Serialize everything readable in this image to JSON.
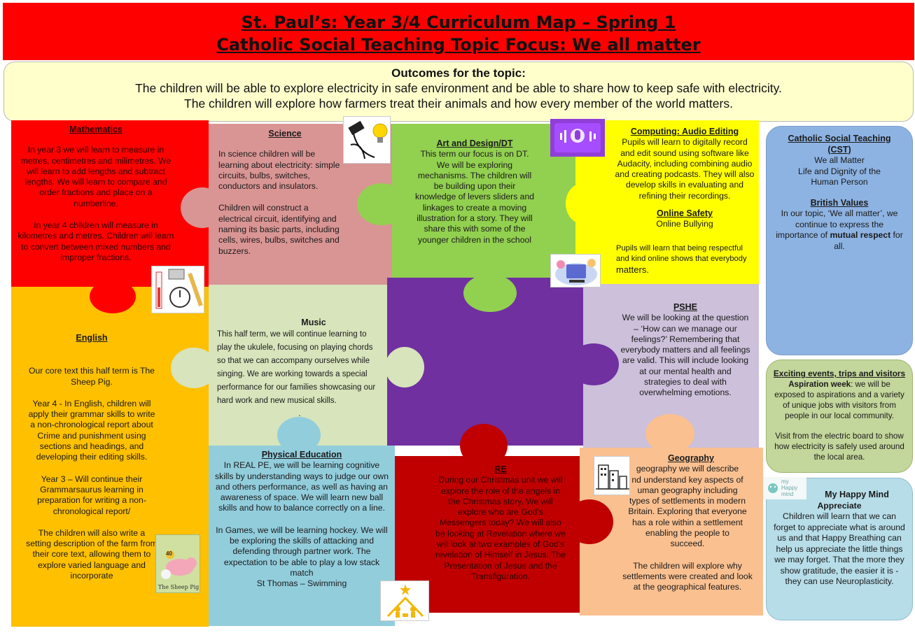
{
  "header": {
    "title1": "St. Paul’s: Year 3/4 Curriculum Map – Spring 1",
    "title2": "Catholic Social Teaching Topic Focus: We all matter"
  },
  "outcomes": {
    "heading": "Outcomes for the topic:",
    "line1": "The children will be able to explore electricity in safe environment and be able to share how to keep safe with electricity.",
    "line2": "The children will explore how farmers treat their animals and how every member of the world matters."
  },
  "maths": {
    "title": "Mathematics",
    "p1": "In year 3 we will learn to measure in metres, centimetres and milimetres. We will learn to add lengths and subtract lengths. We will learn to compare and order fractions and place on a numberline.",
    "p2": "In year 4 children will measure in kilometres and metres. Children will learn to convert between mixed numbers and improper fractions."
  },
  "science": {
    "title": "Science",
    "p1": "In science children will be learning about electricity: simple circuits, bulbs, switches, conductors and insulators.",
    "p2": "Children will construct a electrical circuit, identifying and naming its basic parts, including cells, wires, bulbs, switches and buzzers."
  },
  "art": {
    "title": "Art and Design/DT",
    "p1": "This term our focus is on DT. We will be exploring mechanisms. The children will be building upon their knowledge of levers sliders and linkages to create a moving illustration for a story. They will share this with some of the younger children in the school"
  },
  "computing": {
    "title": "Computing: Audio Editing",
    "p1": "Pupils will learn to digitally record and edit sound using software like Audacity, including combining audio and creating podcasts. They will also develop skills in evaluating and refining their recordings.",
    "safety_title": "Online Safety",
    "safety_sub": "Online Bullying",
    "safety_text": "Pupils will learn that being respectful and kind online shows that everybody",
    "safety_end": "matters."
  },
  "cst": {
    "title": "Catholic Social Teaching (CST)",
    "l1": "We all Matter",
    "l2": "Life and Dignity of the Human Person",
    "bv_title": "British Values",
    "bv_text": "In our topic, ‘We all matter’, we continue to express the importance of",
    "bv_bold": "mutual respect",
    "bv_end": "for all."
  },
  "english": {
    "title": "English",
    "p1": "Our core text this half term is The Sheep Pig.",
    "p2": "Year 4 - In English, children will apply their grammar skills to write a non-chronological report about Crime and punishment using sections and headings, and developing their editing skills.",
    "p3": "Year 3 – Will continue their Grammarsaurus learning in preparation for writing a non-chronological report/",
    "p4": "The children will also write a setting description of the farm from their core text, allowing them to explore varied language and incorporate"
  },
  "music": {
    "title": "Music",
    "p1": "This half term, we will continue learning to play the ukulele, focusing on playing chords so that we can accompany ourselves while singing. We are working towards a special performance for our families showcasing our hard work and new musical skills.",
    "p2": "."
  },
  "pshe": {
    "title": "PSHE",
    "p1": "We will be looking at the question – ‘How can we manage our feelings?’ Remembering that everybody matters and all feelings are valid.  This will include looking at our mental health and strategies to deal with overwhelming emotions."
  },
  "events": {
    "title": "Exciting events, trips and visitors",
    "bold": "Aspiration week",
    "p1": ": we will be exposed to aspirations and a variety of unique jobs with visitors from people in our local community.",
    "p2": "Visit from the electric board to show how electricity is safely used around the local area."
  },
  "pe": {
    "title": "Physical Education",
    "p1": "In REAL PE, we will be learning cognitive skills by understanding ways to judge our own and others performance, as well as having an awareness of space. We will learn new ball skills and how to balance correctly on a line.",
    "p2": "In Games, we will be learning hockey. We will be exploring the skills of attacking and defending through partner work. The expectation to be able to play a low stack match",
    "p3": "St Thomas – Swimming"
  },
  "re": {
    "title": "RE",
    "p1": "During our Christmas unit we will explore the role of the angels in the Christmas story. We will explore who are God’s Messengers today? We will also be looking at Revelation where we will look at two examples of God’s revelation of Himself in Jesus: The Presentation of Jesus and the Transfiguration."
  },
  "geography": {
    "title": "Geography",
    "p1": "geography we will describe\nnd understand key aspects of\numan geography including\ntypes of settlements in modern\nBritain. Exploring that everyone\nhas a role within a settlement\nenabling the people to\nsucceed.",
    "p2": "The children will explore why settlements were created and look at the geographical features."
  },
  "happy": {
    "title": "My Happy Mind",
    "sub": "Appreciate",
    "p1": "Children will learn that we can forget to appreciate what is around us and that Happy Breathing can help us appreciate the little things we may forget. That the more they show gratitude, the easier it is - they can use Neuroplasticity.",
    "logo1": "my",
    "logo2": "Happy",
    "logo3": "mind"
  },
  "book": {
    "title": "The Sheep Pig",
    "badge": "40"
  },
  "colors": {
    "red": "#ff0000",
    "pink": "#d99594",
    "green": "#92d050",
    "yellow": "#ffff00",
    "blue_side": "#8db3e2",
    "orange": "#ffc000",
    "sage": "#d7e4bc",
    "purple": "#7030a0",
    "lilac": "#ccc0da",
    "olive_side": "#c3d69b",
    "lightblue": "#92cddc",
    "darkred": "#c00000",
    "peach": "#fac090",
    "pale_side": "#b6dde8"
  }
}
